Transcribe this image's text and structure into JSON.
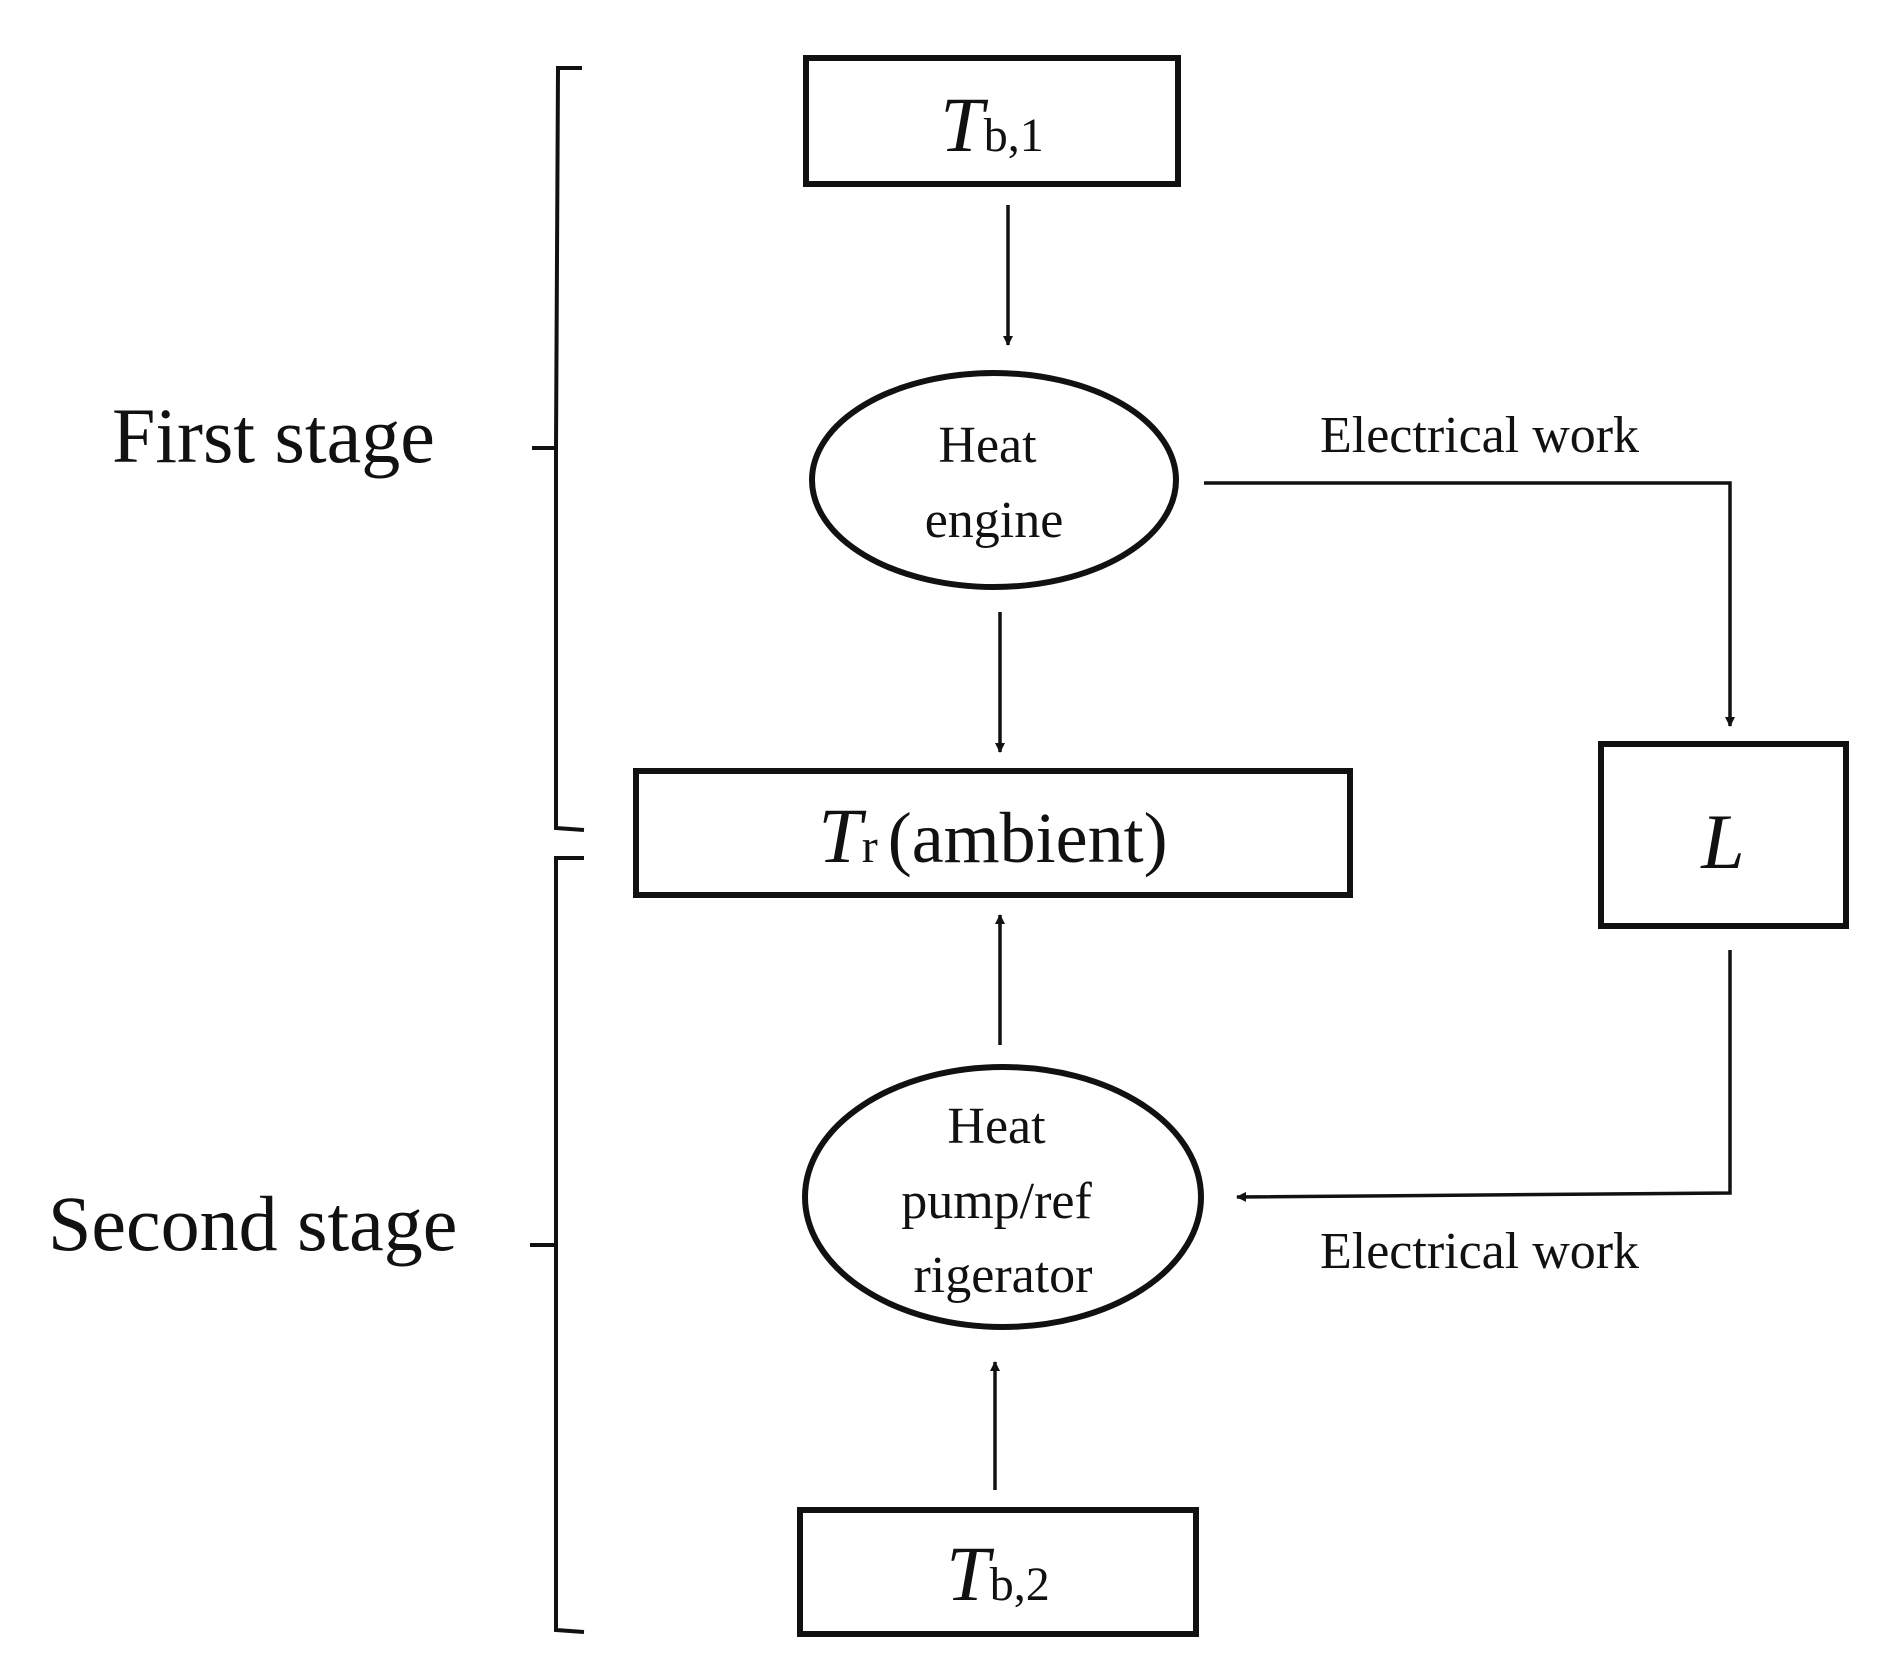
{
  "stages": {
    "first": "First stage",
    "second": "Second stage"
  },
  "nodes": {
    "tb1": {
      "symbol": "T",
      "subscript": "b,1"
    },
    "tr": {
      "symbol": "T",
      "subscript": "r",
      "suffix": "(ambient)"
    },
    "tb2": {
      "symbol": "T",
      "subscript": "b,2"
    },
    "load": {
      "symbol": "L"
    },
    "heat_engine": {
      "lines": [
        "Heat",
        "engine"
      ]
    },
    "heat_pump": {
      "lines": [
        "Heat",
        "pump/ref",
        "rigerator"
      ]
    }
  },
  "edges": {
    "work_top": "Electrical work",
    "work_bottom": "Electrical work"
  }
}
